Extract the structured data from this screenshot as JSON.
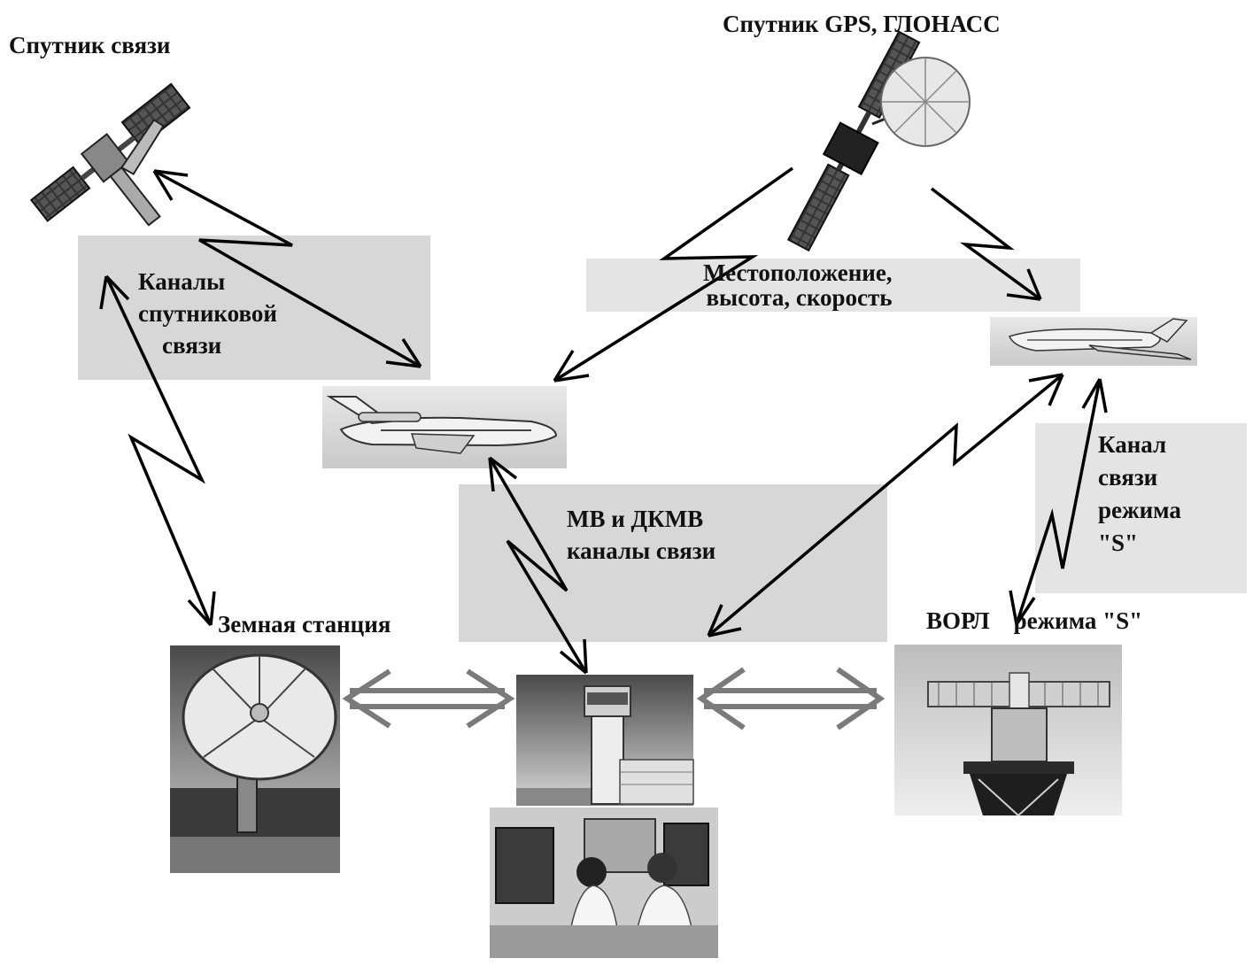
{
  "labels": {
    "comm_satellite": "Спутник связи",
    "nav_satellite": "Спутник GPS, ГЛОНАСС",
    "satcom_channels": "Каналы\nспутниковой\n    связи",
    "position_info": "Местоположение,\nвысота, скорость",
    "vhf_hf_channels": "МВ и ДКМВ\nканалы связи",
    "mode_s_channel": "Канал\nсвязи\nрежима\n\"S\"",
    "ground_station": "Земная станция",
    "sslr_station": "ВОРЛ    режима \"S\""
  },
  "icons": {
    "comm_satellite": "communication-satellite-icon",
    "nav_satellite": "navigation-satellite-icon",
    "aircraft_left": "aircraft-yak40-icon",
    "aircraft_right": "aircraft-crj-icon",
    "ground_station": "satellite-dish-icon",
    "atc_tower": "control-tower-icon",
    "atc_room": "controllers-room-icon",
    "radar": "radar-antenna-icon"
  },
  "colors": {
    "panel": "#d7d7d7",
    "panel_light": "#e4e4e4",
    "link_arrow": "#000000",
    "ground_link_arrow": "#7a7a7a"
  }
}
